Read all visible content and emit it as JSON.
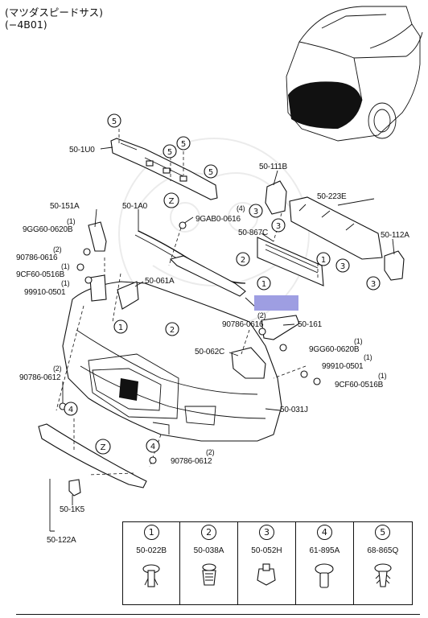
{
  "header": {
    "line1": "(マツダスピードサス)",
    "line2": "(−4B01)"
  },
  "labels": {
    "p50_1u0": "50-1U0",
    "p50_151a": "50-151A",
    "p50_1a0": "50-1A0",
    "p9gab0": "9GAB0-0616",
    "q4": "(4)",
    "p50_111b": "50-111B",
    "p50_223e": "50-223E",
    "p50_867c": "50-867C",
    "p50_112a": "50-112A",
    "q1a": "(1)",
    "p9gg60a": "9GG60-0620B",
    "q2a": "(2)",
    "p90786a": "90786-0616",
    "q1b": "(1)",
    "p9cf60a": "9CF60-0516B",
    "q1c": "(1)",
    "p99910a": "99910-0501",
    "p50_061a": "50-061A",
    "q2b": "(2)",
    "p90786b": "90786-0616",
    "p50_161": "50-161",
    "q1d": "(1)",
    "p9gg60b": "9GG60-0620B",
    "p50_062c": "50-062C",
    "q1e": "(1)",
    "p99910b": "99910-0501",
    "q1f": "(1)",
    "p9cf60b": "9CF60-0516B",
    "q2c": "(2)",
    "p90786c": "90786-0612",
    "p50_031j": "50-031J",
    "q2d": "(2)",
    "p90786d": "90786-0612",
    "p50_1k5": "50-1K5",
    "p50_122a": "50-122A"
  },
  "callouts": {
    "c1": "1",
    "c2": "2",
    "c3": "3",
    "c4": "4",
    "c5": "5",
    "z": "Z"
  },
  "legend": [
    {
      "num": "1",
      "code": "50-022B",
      "icon": "push-clip-icon"
    },
    {
      "num": "2",
      "code": "50-038A",
      "icon": "screw-grommet-icon"
    },
    {
      "num": "3",
      "code": "50-052H",
      "icon": "clip-nut-icon"
    },
    {
      "num": "4",
      "code": "61-895A",
      "icon": "rivet-icon"
    },
    {
      "num": "5",
      "code": "68-865Q",
      "icon": "fir-tree-clip-icon"
    }
  ],
  "colors": {
    "highlight": "#9e9ee2",
    "ink": "#111111"
  }
}
